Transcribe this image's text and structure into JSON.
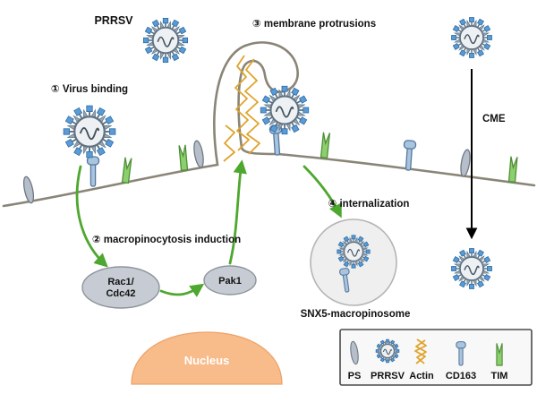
{
  "title": {
    "virus_name": "PRRSV"
  },
  "steps": {
    "step1": "① Virus binding",
    "step2": "② macropinocytosis induction",
    "step3": "③ membrane protrusions",
    "step4": "④ internalization"
  },
  "pathway": {
    "cme": "CME",
    "macropinosome": "SNX5-macropinosome",
    "nucleus": "Nucleus",
    "rac1_line1": "Rac1/",
    "rac1_line2": "Cdc42",
    "pak1": "Pak1"
  },
  "legend": {
    "items": [
      {
        "label": "PS",
        "icon": "ps-receptor-icon"
      },
      {
        "label": "PRRSV",
        "icon": "virus-icon"
      },
      {
        "label": "Actin",
        "icon": "actin-filament-icon"
      },
      {
        "label": "CD163",
        "icon": "cd163-receptor-icon"
      },
      {
        "label": "TIM",
        "icon": "tim-receptor-icon"
      }
    ]
  },
  "colors": {
    "membrane": "#8a8576",
    "green": "#4ea72e",
    "actin": "#dfa32b",
    "ps": "#b6bfc9",
    "cd163": "#a8c4de",
    "tim": "#8ccf6f",
    "nucleus": "#f8bb8a",
    "virus_blue": "#5b9bd5",
    "virus_spike": "#98a6b3",
    "virus_outline": "#5f7282"
  }
}
